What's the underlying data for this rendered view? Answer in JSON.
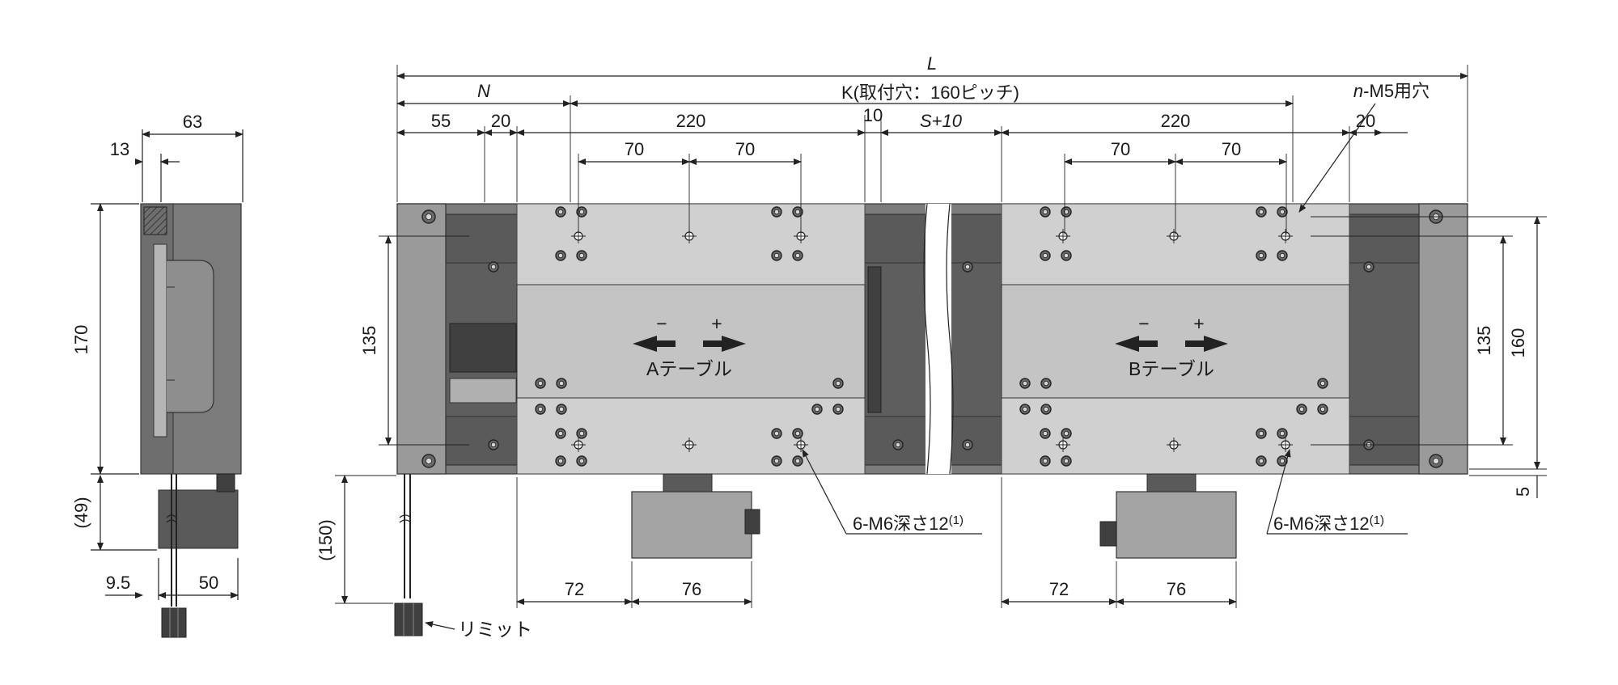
{
  "dimensions": {
    "L": "L",
    "N": "N",
    "K": "K(取付穴：160ピッチ)",
    "n_m5": "n-M5用穴",
    "d55": "55",
    "d20a": "20",
    "d220a": "220",
    "d10": "10",
    "s10": "S+10",
    "d220b": "220",
    "d20b": "20",
    "d70a": "70",
    "d70b": "70",
    "d70c": "70",
    "d70d": "70",
    "d135a": "135",
    "d135b": "135",
    "d160": "160",
    "d5": "5",
    "d72a": "72",
    "d76a": "76",
    "d72b": "72",
    "d76b": "76",
    "d150": "(150)",
    "side_63": "63",
    "side_13": "13",
    "side_170": "170",
    "side_49": "(49)",
    "side_95": "9.5",
    "side_50": "50"
  },
  "labels": {
    "table_a": "Aテーブル",
    "table_b": "Bテーブル",
    "minus": "−",
    "plus": "+",
    "tap_a": "6-M6深さ12",
    "tap_b": "6-M6深さ12",
    "note": "(1)",
    "limit": "リミット"
  }
}
